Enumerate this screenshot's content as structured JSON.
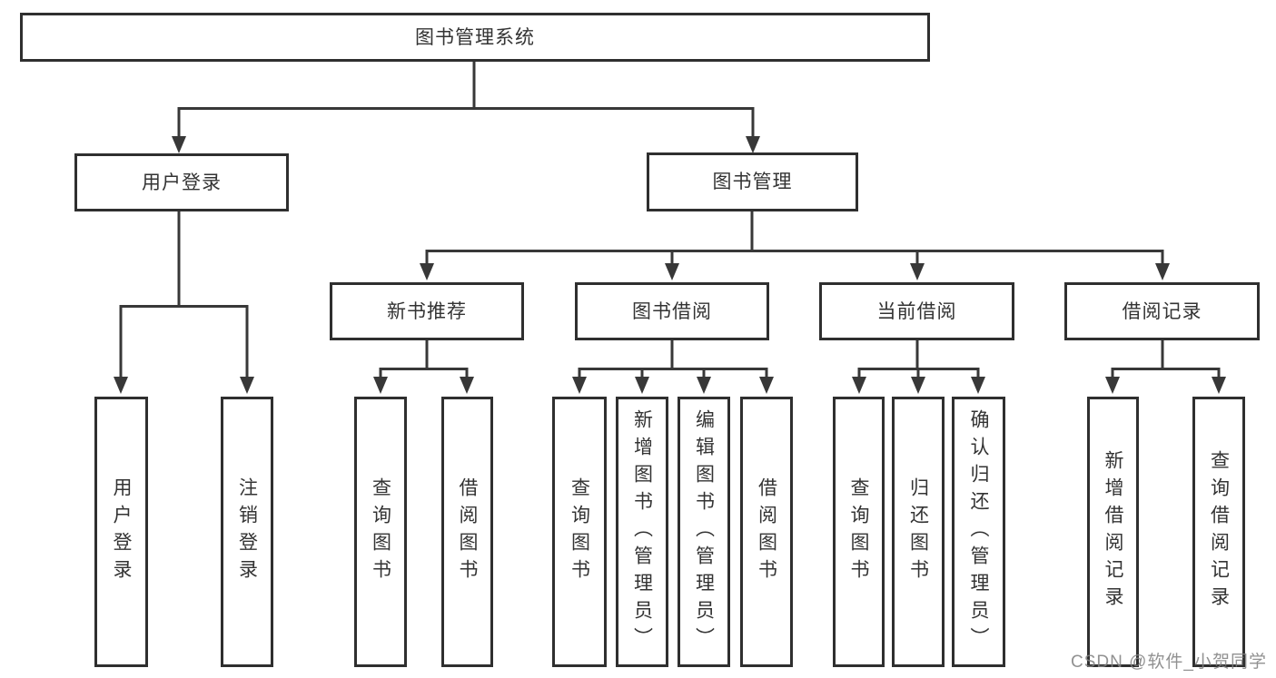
{
  "diagram": {
    "root": {
      "label": "图书管理系统"
    },
    "branches": [
      {
        "label": "用户登录",
        "children": [
          {
            "label": "用户登录"
          },
          {
            "label": "注销登录"
          }
        ]
      },
      {
        "label": "图书管理",
        "children": [
          {
            "label": "新书推荐",
            "children": [
              {
                "label": "查询图书"
              },
              {
                "label": "借阅图书"
              }
            ]
          },
          {
            "label": "图书借阅",
            "children": [
              {
                "label": "查询图书"
              },
              {
                "label": "新增图书（管理员）"
              },
              {
                "label": "编辑图书（管理员）"
              },
              {
                "label": "借阅图书"
              }
            ]
          },
          {
            "label": "当前借阅",
            "children": [
              {
                "label": "查询图书"
              },
              {
                "label": "归还图书"
              },
              {
                "label": "确认归还（管理员）"
              }
            ]
          },
          {
            "label": "借阅记录",
            "children": [
              {
                "label": "新增借阅记录"
              },
              {
                "label": "查询借阅记录"
              }
            ]
          }
        ]
      }
    ]
  },
  "watermark": {
    "text": "CSDN @软件_小贺同学"
  },
  "colors": {
    "line": "#383838",
    "border": "#2f2f2f",
    "text": "#333333",
    "watermark": "#828282",
    "background": "#ffffff"
  }
}
